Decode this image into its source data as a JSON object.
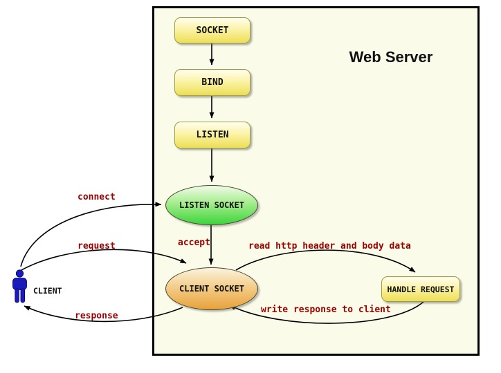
{
  "diagram": {
    "title": "Web Server",
    "nodes": {
      "socket": {
        "label": "SOCKET",
        "shape": "rounded-box"
      },
      "bind": {
        "label": "BIND",
        "shape": "rounded-box"
      },
      "listen": {
        "label": "LISTEN",
        "shape": "rounded-box"
      },
      "listen_socket": {
        "label": "LISTEN SOCKET",
        "shape": "ellipse"
      },
      "client_socket": {
        "label": "CLIENT SOCKET",
        "shape": "ellipse"
      },
      "handle_request": {
        "label": "HANDLE REQUEST",
        "shape": "rounded-box"
      }
    },
    "actor": {
      "label": "CLIENT",
      "icon": "person-icon"
    },
    "edges": [
      {
        "from": "socket",
        "to": "bind",
        "label": ""
      },
      {
        "from": "bind",
        "to": "listen",
        "label": ""
      },
      {
        "from": "listen",
        "to": "listen_socket",
        "label": ""
      },
      {
        "from": "listen_socket",
        "to": "client_socket",
        "label": "accept"
      },
      {
        "from": "client",
        "to": "listen_socket",
        "label": "connect"
      },
      {
        "from": "client",
        "to": "client_socket",
        "label": "request"
      },
      {
        "from": "client_socket",
        "to": "client",
        "label": "response"
      },
      {
        "from": "client_socket",
        "to": "handle_request",
        "label": "read http header and body data"
      },
      {
        "from": "handle_request",
        "to": "client_socket",
        "label": "write response to client"
      }
    ],
    "colors": {
      "panel_background": "#FBFBE9",
      "panel_border": "#000000",
      "box_yellow": "#EDDE55",
      "ellipse_green": "#3CD53C",
      "ellipse_orange": "#E9A23A",
      "edge_label_red": "#990000",
      "arrow_black": "#000000",
      "actor_blue": "#1B1BBB"
    }
  }
}
